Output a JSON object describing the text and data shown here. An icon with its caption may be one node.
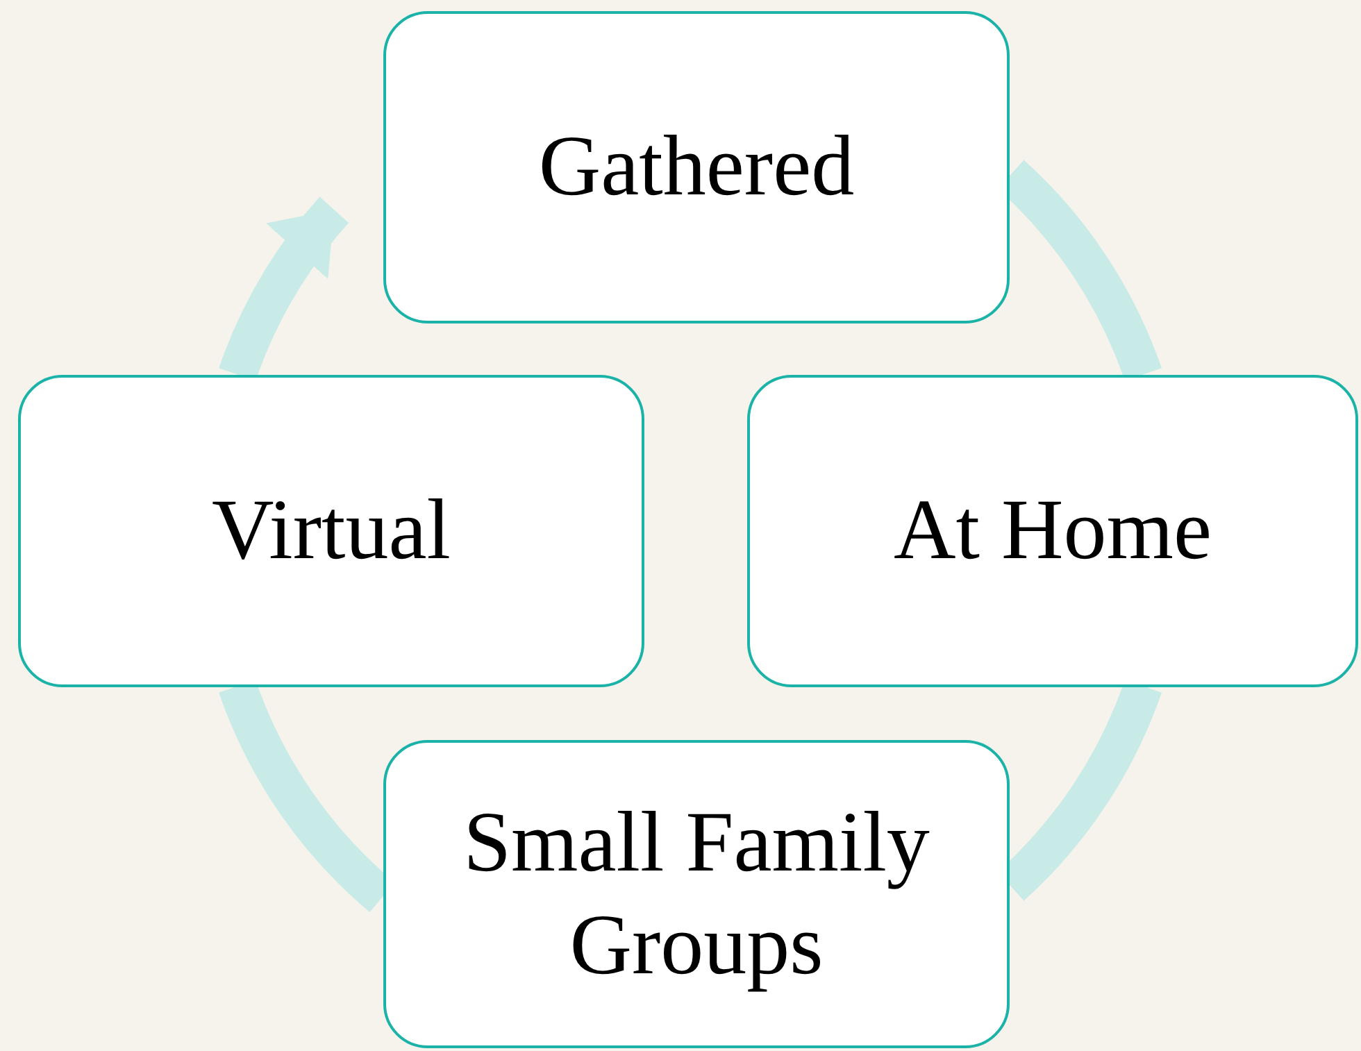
{
  "diagram": {
    "nodes": [
      {
        "text": [
          "Gathered"
        ]
      },
      {
        "text": [
          "At Home"
        ]
      },
      {
        "text": [
          "Small Family Groups"
        ]
      },
      {
        "text": [
          "Virtual"
        ]
      }
    ],
    "edges": [
      {
        "from": 0,
        "to": 1,
        "arrow": "none"
      },
      {
        "from": 1,
        "to": 2,
        "arrow": "none"
      },
      {
        "from": 2,
        "to": 3,
        "arrow": "none"
      },
      {
        "from": 3,
        "to": 0,
        "arrow": "to"
      }
    ]
  }
}
